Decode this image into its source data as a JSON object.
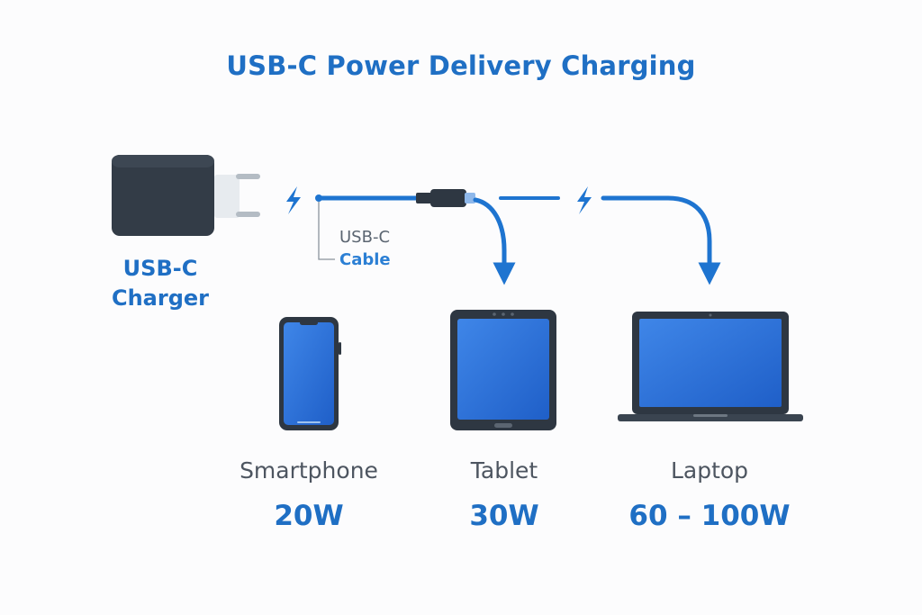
{
  "title": "USB-C Power Delivery Charging",
  "charger": {
    "label_line1": "USB-C",
    "label_line2": "Charger",
    "icon": "wall-charger-icon"
  },
  "cable": {
    "label_line1": "USB-C",
    "label_line2": "Cable",
    "icon": "usb-c-plug-icon"
  },
  "devices": [
    {
      "name": "Smartphone",
      "wattage": "20W",
      "icon": "smartphone-icon"
    },
    {
      "name": "Tablet",
      "wattage": "30W",
      "icon": "tablet-icon"
    },
    {
      "name": "Laptop",
      "wattage": "60 – 100W",
      "icon": "laptop-icon"
    }
  ],
  "colors": {
    "accent": "#1f6fc4",
    "cable": "#1e74d0",
    "device_body": "#2e3742",
    "screen": "#2c6fd8",
    "text_gray": "#4d5560"
  }
}
